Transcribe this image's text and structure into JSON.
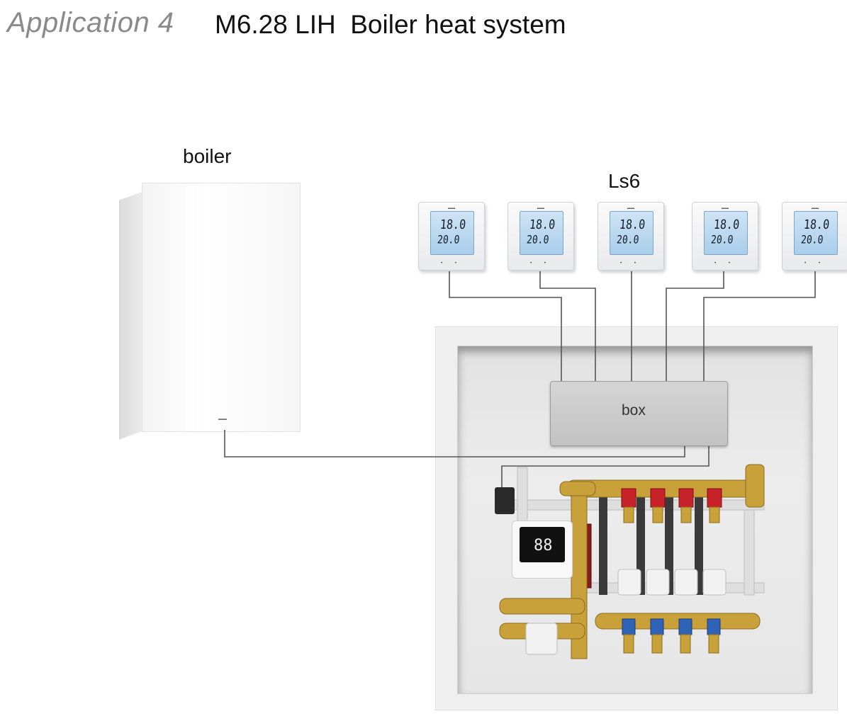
{
  "header": {
    "app_tag": "Application 4",
    "title": "M6.28 LIH  Boiler heat system"
  },
  "labels": {
    "boiler": "boiler",
    "thermostats": "Ls6",
    "box": "box"
  },
  "thermostats": [
    {
      "current": "18.0",
      "set": "20.0"
    },
    {
      "current": "18.0",
      "set": "20.0"
    },
    {
      "current": "18.0",
      "set": "20.0"
    },
    {
      "current": "18.0",
      "set": "20.0"
    },
    {
      "current": "18.0",
      "set": "20.0"
    }
  ],
  "pump_display": "88",
  "colors": {
    "brass": "#c9a13a",
    "supply_red": "#c8232b",
    "return_blue": "#2f63b8",
    "wire": "#555555",
    "thermostat_screen": "#b8d6ef"
  }
}
